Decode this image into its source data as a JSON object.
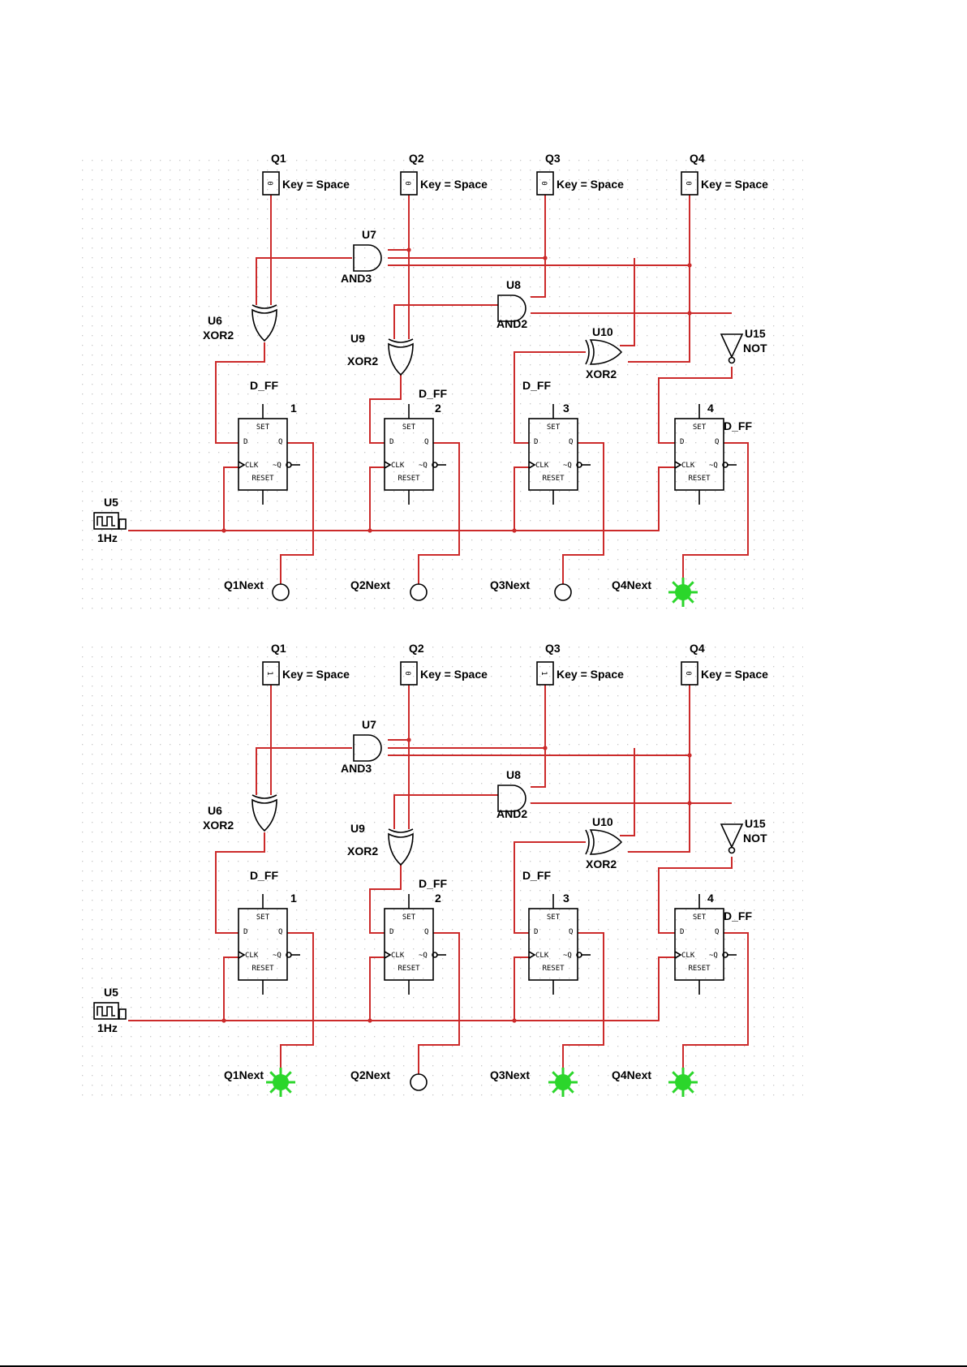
{
  "colors": {
    "wire": "#cc2b2b",
    "led_on": "#2bd62b",
    "grid": "#c8c8c8"
  },
  "panels": [
    {
      "switches": [
        {
          "label": "Q1",
          "value": "0",
          "key": "Key = Space"
        },
        {
          "label": "Q2",
          "value": "0",
          "key": "Key = Space"
        },
        {
          "label": "Q3",
          "value": "0",
          "key": "Key = Space"
        },
        {
          "label": "Q4",
          "value": "0",
          "key": "Key = Space"
        }
      ],
      "gates": {
        "u7": {
          "ref": "U7",
          "type": "AND3"
        },
        "u8": {
          "ref": "U8",
          "type": "AND2"
        },
        "u6": {
          "ref": "U6",
          "type": "XOR2"
        },
        "u9": {
          "ref": "U9",
          "type": "XOR2"
        },
        "u10": {
          "ref": "U10",
          "type": "XOR2"
        },
        "u15": {
          "ref": "U15",
          "type": "NOT"
        }
      },
      "flipflops": [
        {
          "name": "D_FF",
          "num": "1"
        },
        {
          "name": "D_FF",
          "num": "2"
        },
        {
          "name": "D_FF",
          "num": "3"
        },
        {
          "name": "D_FF",
          "num": "4"
        }
      ],
      "clock": {
        "ref": "U5",
        "freq": "1Hz"
      },
      "outputs": [
        {
          "label": "Q1Next",
          "on": false
        },
        {
          "label": "Q2Next",
          "on": false
        },
        {
          "label": "Q3Next",
          "on": false
        },
        {
          "label": "Q4Next",
          "on": true
        }
      ]
    },
    {
      "switches": [
        {
          "label": "Q1",
          "value": "1",
          "key": "Key = Space"
        },
        {
          "label": "Q2",
          "value": "0",
          "key": "Key = Space"
        },
        {
          "label": "Q3",
          "value": "1",
          "key": "Key = Space"
        },
        {
          "label": "Q4",
          "value": "0",
          "key": "Key = Space"
        }
      ],
      "gates": {
        "u7": {
          "ref": "U7",
          "type": "AND3"
        },
        "u8": {
          "ref": "U8",
          "type": "AND2"
        },
        "u6": {
          "ref": "U6",
          "type": "XOR2"
        },
        "u9": {
          "ref": "U9",
          "type": "XOR2"
        },
        "u10": {
          "ref": "U10",
          "type": "XOR2"
        },
        "u15": {
          "ref": "U15",
          "type": "NOT"
        }
      },
      "flipflops": [
        {
          "name": "D_FF",
          "num": "1"
        },
        {
          "name": "D_FF",
          "num": "2"
        },
        {
          "name": "D_FF",
          "num": "3"
        },
        {
          "name": "D_FF",
          "num": "4"
        }
      ],
      "clock": {
        "ref": "U5",
        "freq": "1Hz"
      },
      "outputs": [
        {
          "label": "Q1Next",
          "on": true
        },
        {
          "label": "Q2Next",
          "on": false
        },
        {
          "label": "Q3Next",
          "on": true
        },
        {
          "label": "Q4Next",
          "on": true
        }
      ]
    }
  ],
  "ff_pins": {
    "set": "SET",
    "reset": "RESET",
    "d": "D",
    "q": "Q",
    "clk": "CLK",
    "nq": "~Q"
  }
}
